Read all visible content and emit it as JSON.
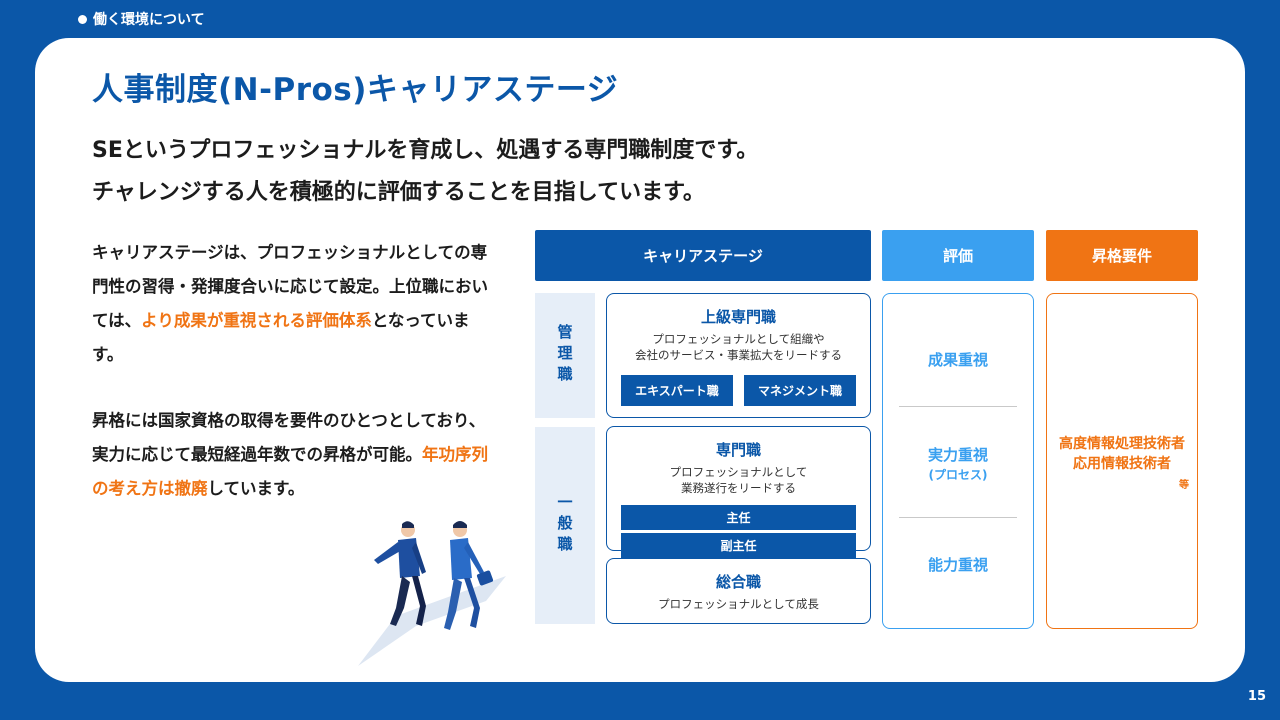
{
  "section_label": "働く環境について",
  "page_number": "15",
  "title": "人事制度(N-Pros)キャリアステージ",
  "lead": [
    "SEというプロフェッショナルを育成し、処遇する専門職制度です。",
    "チャレンジする人を積極的に評価することを目指しています。"
  ],
  "paragraph1": {
    "text_a": "キャリアステージは、プロフェッショナルとしての専門性の習得・発揮度合いに応じて設定。上位職においては、",
    "highlight": "より成果が重視される評価体系",
    "text_b": "となっています。"
  },
  "paragraph2": {
    "text_a": "昇格には国家資格の取得を要件のひとつとしており、実力に応じて最短経過年数での昇格が可能。",
    "highlight": "年功序列の考え方は撤廃",
    "text_b": "しています。"
  },
  "headers": {
    "stage": "キャリアステージ",
    "eval": "評価",
    "req": "昇格要件"
  },
  "categories": {
    "manager": "管理職",
    "general": "一般職"
  },
  "roles": {
    "senior": {
      "title": "上級専門職",
      "desc1": "プロフェッショナルとして組織や",
      "desc2": "会社のサービス・事業拡大をリードする",
      "expert": "エキスパート職",
      "management": "マネジメント職"
    },
    "specialist": {
      "title": "専門職",
      "desc1": "プロフェッショナルとして",
      "desc2": "業務遂行をリードする",
      "chief": "主任",
      "vice_chief": "副主任"
    },
    "general": {
      "title": "総合職",
      "desc1": "プロフェッショナルとして成長"
    }
  },
  "evaluation": {
    "item1": "成果重視",
    "item2": "実力重視",
    "item2_sub": "(プロセス)",
    "item3": "能力重視"
  },
  "requirements": {
    "line1": "高度情報処理技術者",
    "line2": "応用情報技術者",
    "etc": "等"
  },
  "colors": {
    "brand_blue": "#0b57a8",
    "light_blue": "#3aa0f0",
    "orange": "#f07414",
    "pale_blue": "#e6eef8"
  }
}
